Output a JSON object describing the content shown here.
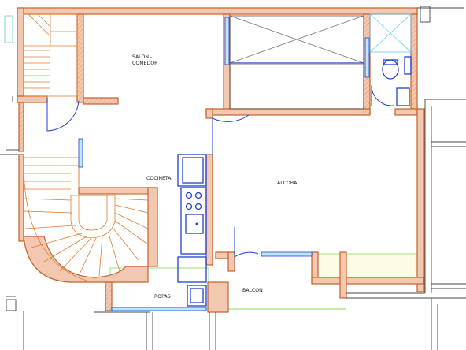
{
  "rooms": {
    "salon_line1": "SALON -",
    "salon_line2": "COMEDOR",
    "cocineta": "COCINETA",
    "alcoba": "ALCOBA",
    "ropas": "ROPAS",
    "balcon": "BALCON"
  },
  "colors": {
    "wall_fill": "#f3c8b0",
    "wall_stroke": "#c4622d",
    "stair": "#e07a30",
    "fixture": "#1f3fd1",
    "glass": "#67c9ee",
    "balcony_fill": "#fbfbe6",
    "balcony_line": "#9be07c"
  }
}
